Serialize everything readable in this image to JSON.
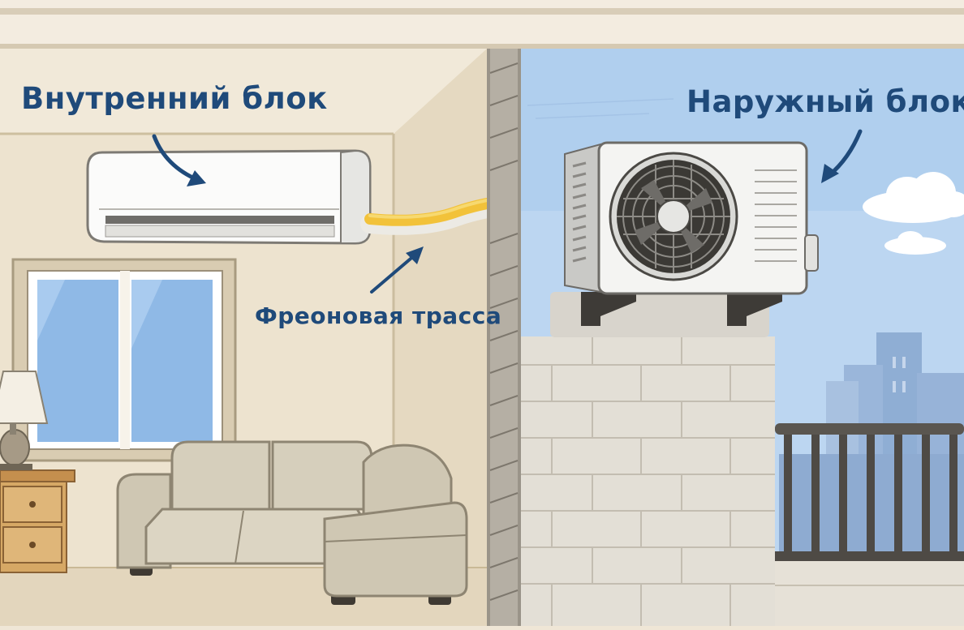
{
  "labels": {
    "indoor_unit": "Внутренний блок",
    "outdoor_unit": "Наружный блок",
    "refrigerant_line": "Фреоновая трасса"
  },
  "colors": {
    "label_text": "#1f4a7a",
    "arrow": "#1f4a7a",
    "room_wall": "#efe6d3",
    "side_wall": "#e7dcc6",
    "sky": "#b9d4f0",
    "brick_wall": "#e3dfd6",
    "pipe_insulation": "#f2c23a",
    "sofa": "#cfc7b3",
    "dresser": "#d6a865",
    "window_glass": "#8fb9e6"
  },
  "icons": [
    "indoor-ac-unit",
    "outdoor-ac-unit",
    "fan-icon",
    "sofa",
    "lamp",
    "dresser",
    "window",
    "balcony-railing",
    "city-buildings",
    "cloud"
  ]
}
